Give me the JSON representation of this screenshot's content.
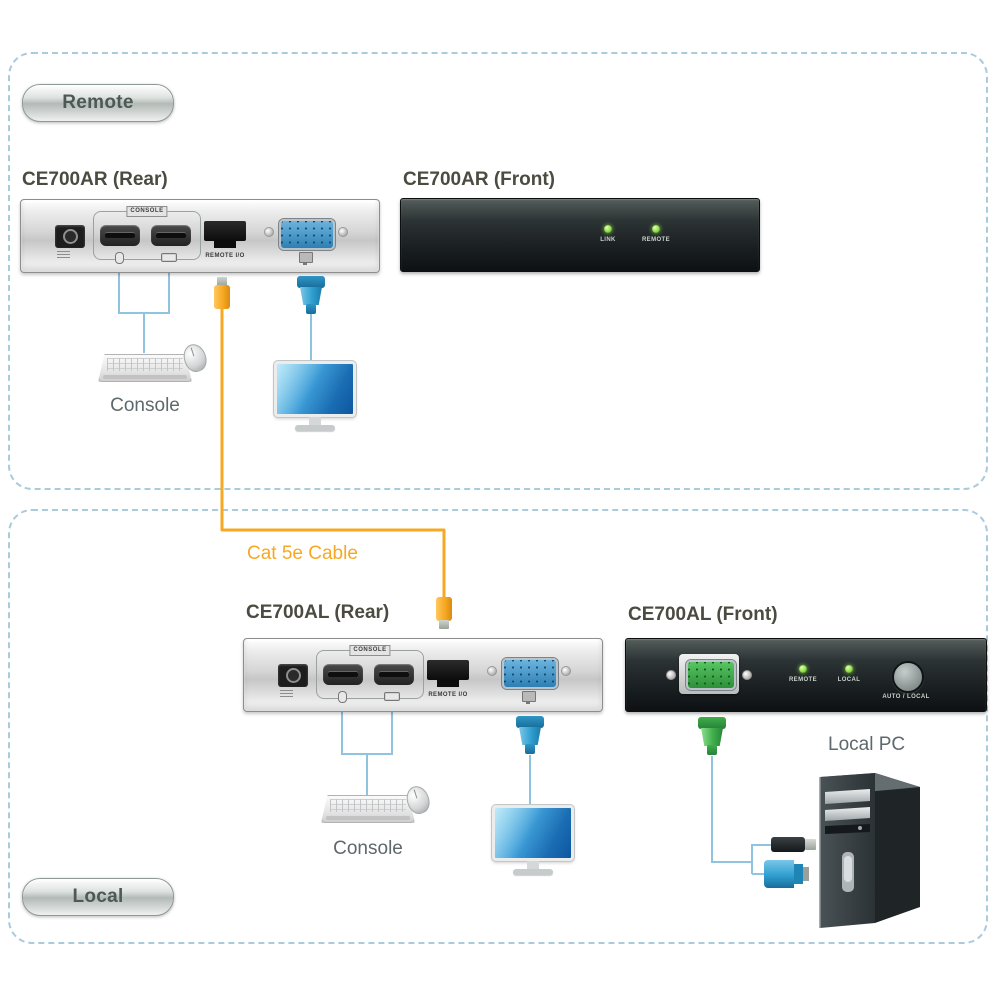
{
  "sections": {
    "remote": {
      "tag": "Remote"
    },
    "local": {
      "tag": "Local"
    }
  },
  "cable_label": "Cat 5e Cable",
  "remote_area": {
    "rear": {
      "title": "CE700AR (Rear)",
      "console_group_label": "CONSOLE",
      "rj45_label": "REMOTE I/O"
    },
    "front": {
      "title": "CE700AR (Front)",
      "led1": "LINK",
      "led2": "REMOTE"
    },
    "console_label": "Console"
  },
  "local_area": {
    "rear": {
      "title": "CE700AL (Rear)",
      "console_group_label": "CONSOLE",
      "rj45_label": "REMOTE I/O"
    },
    "front": {
      "title": "CE700AL (Front)",
      "led1": "REMOTE",
      "led2": "LOCAL",
      "button_label": "AUTO / LOCAL"
    },
    "console_label": "Console",
    "pc_label": "Local PC"
  },
  "colors": {
    "cable_orange": "#F7A823",
    "wire_blue": "#8FC3E0",
    "vga_blue": "#2F9FD0",
    "vga_green": "#3FAE49",
    "led_green": "#8EE04A",
    "section_dash": "#AACBDC"
  }
}
